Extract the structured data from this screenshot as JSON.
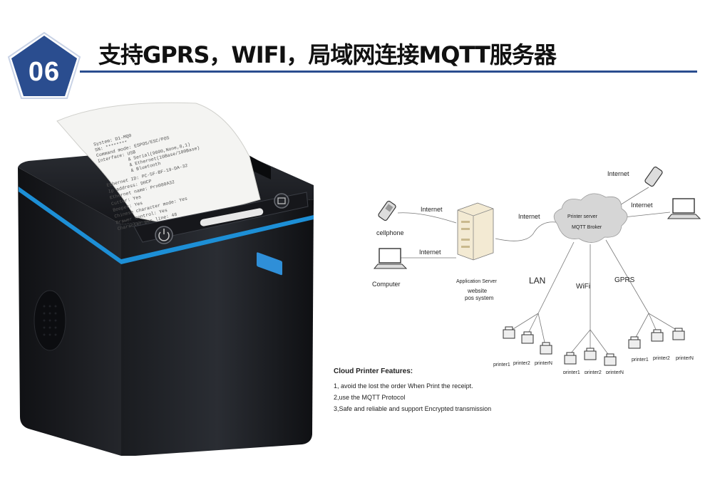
{
  "badge": {
    "number": "06",
    "color": "#2a4d8f"
  },
  "title": "支持GPRS，WIFI，局域网连接MQTT服务器",
  "accent_color": "#2a4d8f",
  "printer": {
    "receipt_lines": [
      "System: D1-MQ0",
      "SN: ********",
      "Command mode: ESPOS/ESC/POS",
      "Interface: USB",
      "& Serial(9600,None,8,1)",
      "& Ethernet(10Base/100Base)",
      "& Bluetooth",
      "Ethernet ID: PC-5F-BF-19-DA-32",
      "Ip address: DHCP",
      "Ethernet name: Prn080A32",
      "Cutter: Yes",
      "Beeper: Yes",
      "Chinese character mode: Yes",
      "Drawer control: Yes",
      "Character per line: 48"
    ],
    "icons": [
      "power-icon",
      "feed-icon"
    ]
  },
  "diagram": {
    "left_nodes": {
      "cellphone": "cellphone",
      "computer": "Computer"
    },
    "internet": "Internet",
    "server": {
      "name": "Application Server",
      "line1": "website",
      "line2": "pos system"
    },
    "cloud": {
      "line1": "Printer server",
      "line2": "MQTT Broker"
    },
    "branches": [
      "LAN",
      "WiFi",
      "GPRS"
    ],
    "printers": [
      "printer1",
      "printer2",
      "printerN"
    ]
  },
  "features": {
    "title": "Cloud Printer Features:",
    "items": [
      "1, avoid the lost the order When Print the receipt.",
      "2,use the MQTT Protocol",
      "3,Safe and reliable and support Encrypted transmission"
    ]
  }
}
